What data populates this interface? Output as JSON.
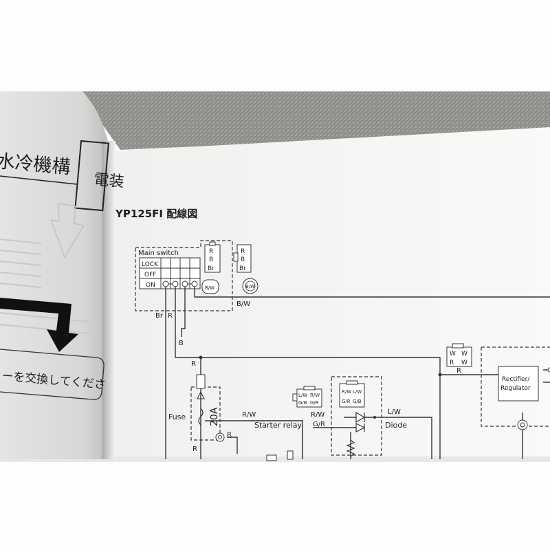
{
  "left_page": {
    "header": "水冷機構",
    "side_tab": "電装",
    "footer_text": "ーを交換してくださ"
  },
  "diagram": {
    "title": "YP125FI 配線図",
    "main_switch": {
      "label": "Main switch",
      "positions": [
        "LOCK",
        "OFF",
        "ON"
      ]
    },
    "connector_1": [
      "R",
      "B",
      "Br"
    ],
    "connector_2": [
      "R",
      "B",
      "Br"
    ],
    "ground_label": "B/W",
    "wires": {
      "bw": "B/W",
      "br": "Br",
      "r": "R",
      "b": "B",
      "r_fuse": "R",
      "r_right": "R",
      "rw_1": "R/W",
      "rw_2": "R/W",
      "gr": "G/R",
      "lw": "L/W",
      "r_relay": "R",
      "r_bottom": "R"
    },
    "fuse": {
      "label": "Fuse",
      "rating": "20A"
    },
    "starter_relay": "Starter relay",
    "diode": "Diode",
    "relay_connector": [
      "L/W",
      "R/W",
      "G/B",
      "G/R"
    ],
    "diode_connector": [
      "R/W",
      "L/W",
      "G/R",
      "G/B"
    ],
    "regulator_connector": [
      "W",
      "W",
      "R",
      "W"
    ],
    "rectifier": "Rectifier/\nRegulator"
  }
}
